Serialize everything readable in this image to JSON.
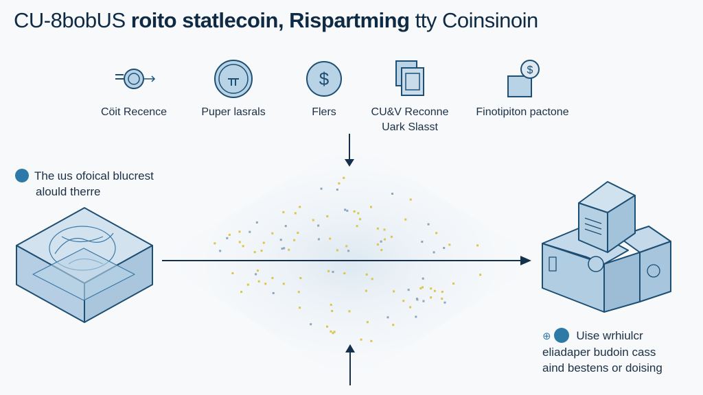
{
  "title": {
    "part1": "CU-8bobUS",
    "part2": "roito statlecoin, Rispartming",
    "part3": "tty Coinsinoin"
  },
  "features": [
    {
      "icon": "coin-transfer-icon",
      "label": "Cöit Recence"
    },
    {
      "icon": "coin-icon",
      "label": "Puper lasrals"
    },
    {
      "icon": "dollar-coin-icon",
      "label": "Flers"
    },
    {
      "icon": "document-icon",
      "label": "CU&V Reconne",
      "label2": "Uark Slasst"
    },
    {
      "icon": "wallet-dollar-icon",
      "label": "Finotipiton pactone"
    }
  ],
  "left_note": {
    "line1": "The ɩus ofoical blucrest",
    "line2": "alould therre"
  },
  "right_note": {
    "line1": "Uise wrhiulcr",
    "line2": "eliadaper budoin cass",
    "line3": "aind bestens or doising"
  },
  "colors": {
    "primary": "#1d4e73",
    "fill": "#b9d3e6",
    "accent": "#d9c64a",
    "dark": "#14304a"
  }
}
